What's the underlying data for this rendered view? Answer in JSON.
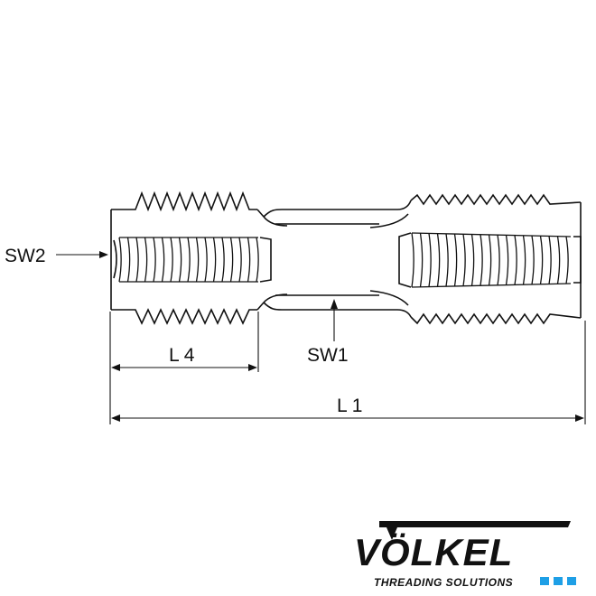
{
  "labels": {
    "sw2": "SW2",
    "sw1": "SW1",
    "l4": "L 4",
    "l1": "L 1"
  },
  "logo": {
    "brand": "VÖLKEL",
    "tagline": "THREADING SOLUTIONS",
    "square_color": "#1e9fe6"
  },
  "colors": {
    "line": "#111111",
    "background": "#ffffff"
  }
}
